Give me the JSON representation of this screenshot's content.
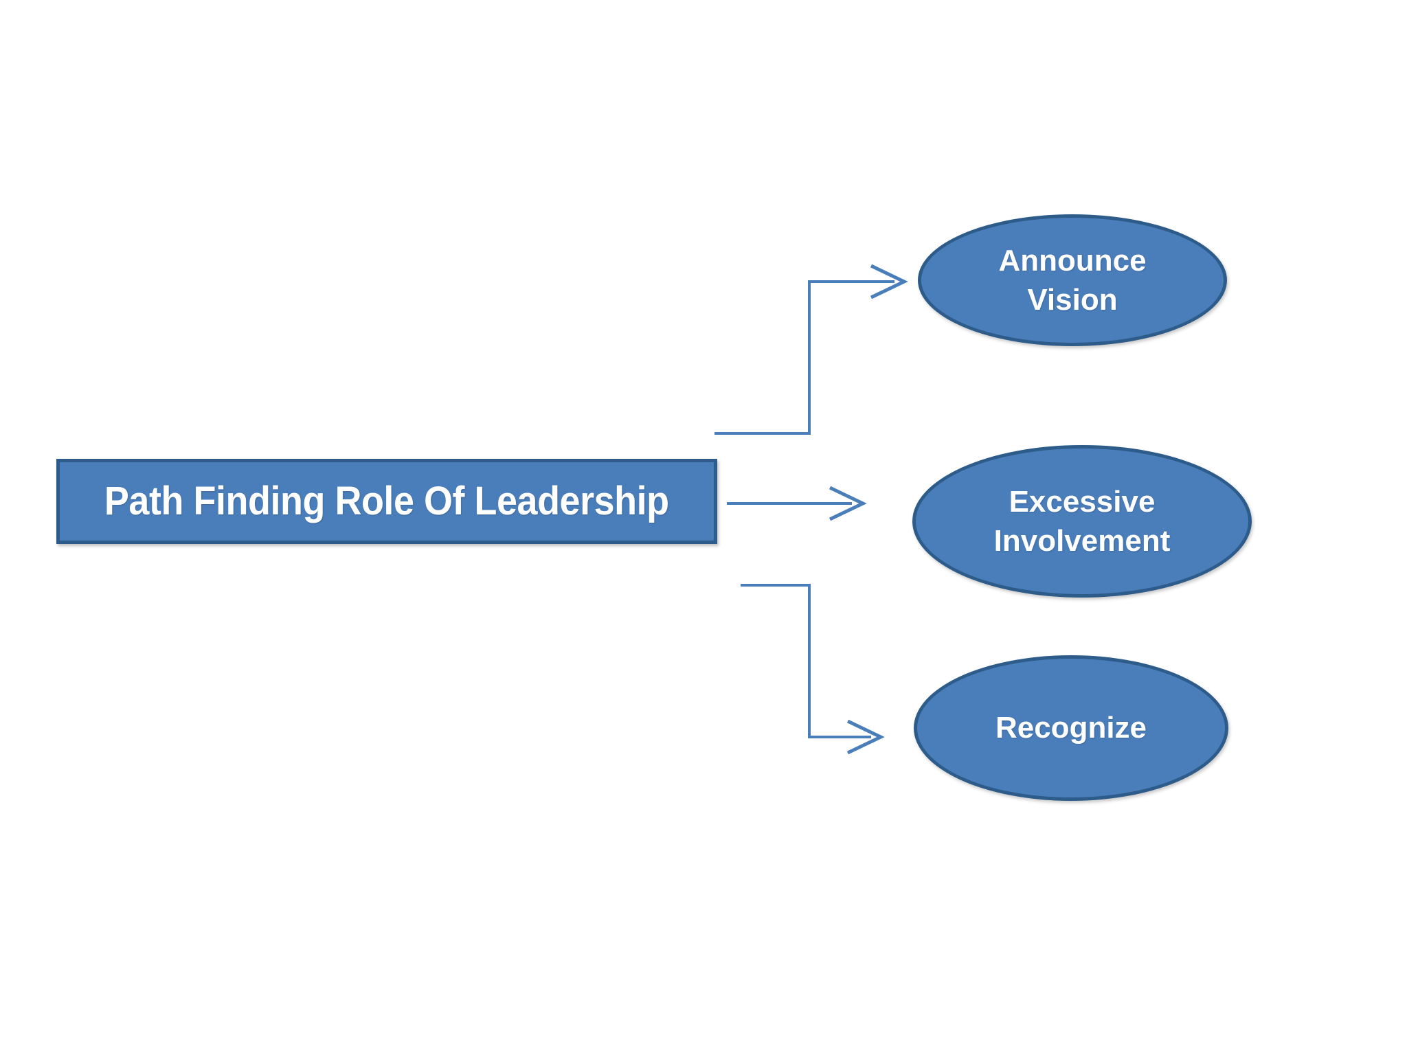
{
  "diagram": {
    "title": "Path Finding Role Of Leadership",
    "type": "hub-and-spoke process diagram",
    "background_color": "#ffffff",
    "root": {
      "label": "Path Finding Role Of Leadership",
      "shape": "rectangle",
      "fill_color": "#4a7ebb",
      "border_color": "#2e5c8a",
      "text_color": "#ffffff"
    },
    "nodes": [
      {
        "id": "announce-vision",
        "label": "Announce\nVision",
        "line1": "Announce",
        "line2": "Vision",
        "shape": "ellipse",
        "fill_color": "#4a7ebb",
        "border_color": "#2e5c8a",
        "text_color": "#ffffff"
      },
      {
        "id": "excessive-involvement",
        "label": "Excessive\nInvolvement",
        "line1": "Excessive",
        "line2": "Involvement",
        "shape": "ellipse",
        "fill_color": "#4a7ebb",
        "border_color": "#2e5c8a",
        "text_color": "#ffffff"
      },
      {
        "id": "recognize",
        "label": "Recognize",
        "line1": "Recognize",
        "line2": "",
        "shape": "ellipse",
        "fill_color": "#4a7ebb",
        "border_color": "#2e5c8a",
        "text_color": "#ffffff"
      }
    ],
    "connectors": [
      {
        "id": "connector-to-announce-vision",
        "from": "Path Finding Role Of Leadership",
        "to": "Announce Vision",
        "style": "elbow",
        "arrowhead": "open",
        "color": "#4a7ebb"
      },
      {
        "id": "connector-to-excessive-involvement",
        "from": "Path Finding Role Of Leadership",
        "to": "Excessive Involvement",
        "style": "straight",
        "arrowhead": "open",
        "color": "#4a7ebb"
      },
      {
        "id": "connector-to-recognize",
        "from": "Path Finding Role Of Leadership",
        "to": "Recognize",
        "style": "elbow",
        "arrowhead": "open",
        "color": "#4a7ebb"
      }
    ]
  }
}
